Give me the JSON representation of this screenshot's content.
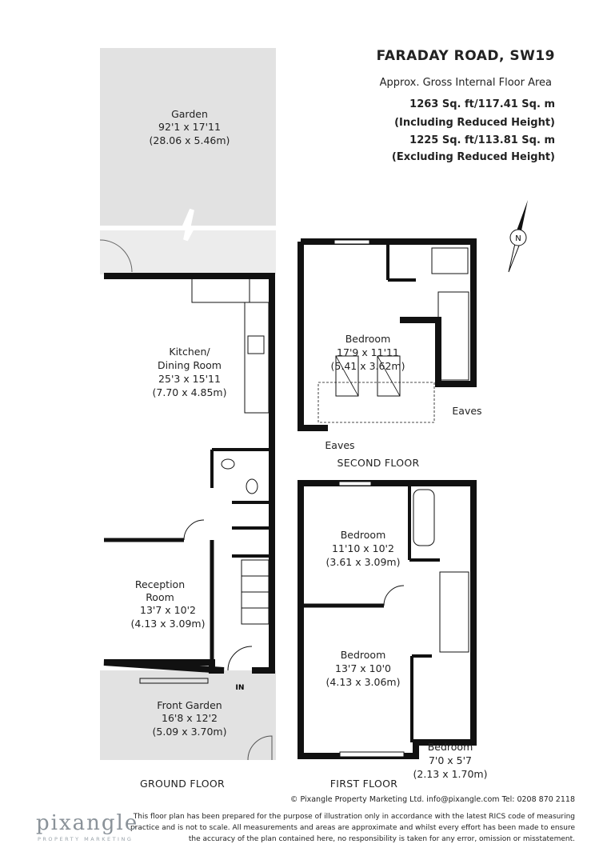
{
  "header": {
    "title": "FARADAY ROAD, SW19",
    "subtitle": "Approx. Gross Internal Floor Area",
    "area_incl": "1263 Sq. ft/117.41 Sq. m",
    "area_incl_note": "(Including Reduced Height)",
    "area_excl": "1225 Sq. ft/113.81 Sq. m",
    "area_excl_note": "(Excluding Reduced Height)"
  },
  "compass": {
    "label": "N"
  },
  "ground_floor": {
    "label": "GROUND FLOOR",
    "garden": [
      "Garden",
      "92'1 x 17'11",
      "(28.06 x 5.46m)"
    ],
    "kitchen": [
      "Kitchen/",
      "Dining Room",
      "25'3 x 15'11",
      "(7.70 x 4.85m)"
    ],
    "reception": [
      "Reception",
      "Room",
      "13'7 x 10'2",
      "(4.13 x 3.09m)"
    ],
    "front_garden": [
      "Front Garden",
      "16'8 x 12'2",
      "(5.09 x 3.70m)"
    ],
    "entrance": "IN"
  },
  "second_floor": {
    "label": "SECOND FLOOR",
    "bedroom": [
      "Bedroom",
      "17'9 x 11'11",
      "(5.41 x 3.62m)"
    ],
    "eaves_left": "Eaves",
    "eaves_right": "Eaves"
  },
  "first_floor": {
    "label": "FIRST FLOOR",
    "bedroom1": [
      "Bedroom",
      "11'10 x 10'2",
      "(3.61 x 3.09m)"
    ],
    "bedroom2": [
      "Bedroom",
      "13'7 x 10'0",
      "(4.13 x 3.06m)"
    ],
    "bedroom3": [
      "Bedroom",
      "7'0 x 5'7",
      "(2.13 x 1.70m)"
    ]
  },
  "footer": {
    "copyright": "© Pixangle Property Marketing Ltd. info@pixangle.com Tel: 0208 870 2118",
    "disclaimer": "This floor plan has been prepared for the purpose of illustration only in accordance with the latest RICS code of measuring practice and is not to scale. All measurements and areas are approximate and whilst every effort has been made to ensure the accuracy of the plan contained here, no responsibility is taken for any error, omission or misstatement.",
    "logo": "pixangle",
    "logo_sub": "PROPERTY MARKETING"
  },
  "colors": {
    "wall": "#111111",
    "outdoor": "#e2e2e2"
  }
}
